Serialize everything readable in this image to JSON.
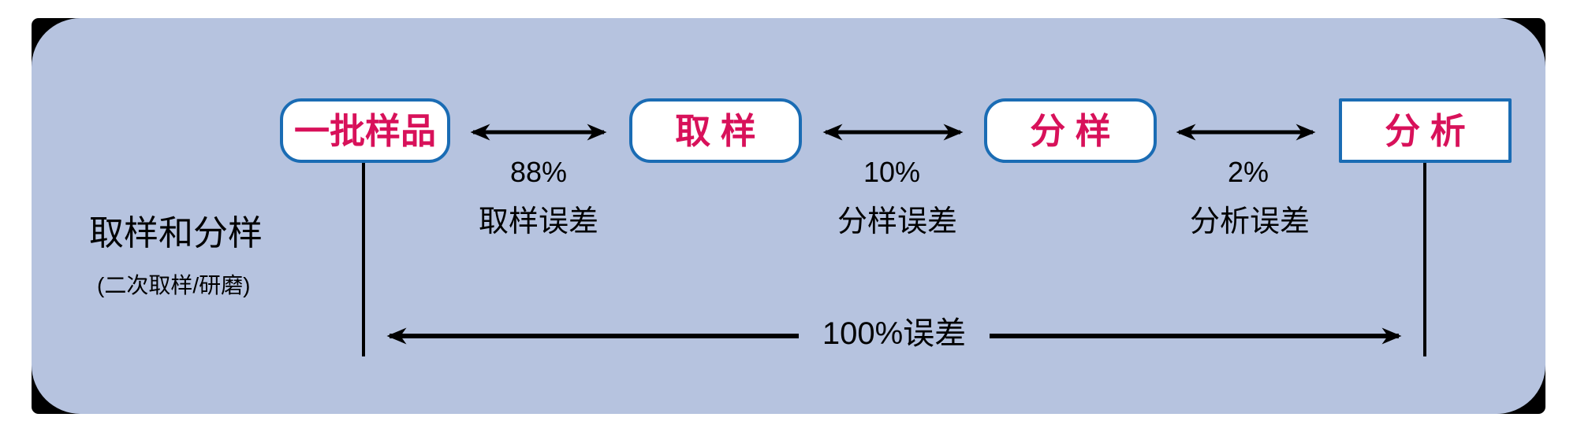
{
  "diagram": {
    "title": "取样和分样",
    "subtitle": "(二次取样/研磨)",
    "nodes": [
      {
        "id": "batch",
        "label": "一批样品"
      },
      {
        "id": "sampling",
        "label": "取 样"
      },
      {
        "id": "splitting",
        "label": "分 样"
      },
      {
        "id": "analysis",
        "label": "分 析"
      }
    ],
    "error_links": [
      {
        "percent": "88%",
        "label": "取样误差"
      },
      {
        "percent": "10%",
        "label": "分样误差"
      },
      {
        "percent": "2%",
        "label": "分析误差"
      }
    ],
    "total_error": "100%误差",
    "colors": {
      "canvas_fill": "#b6c3df",
      "card_backing": "#000000",
      "node_border": "#1a6cb4",
      "node_fill": "#ffffff",
      "node_text": "#d8115a",
      "line": "#000000"
    }
  }
}
